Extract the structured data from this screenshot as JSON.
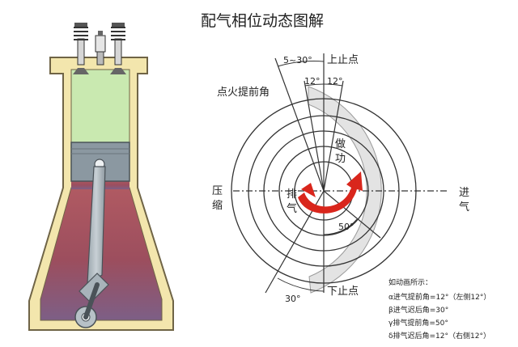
{
  "title": "配气相位动态图解",
  "labels": {
    "top_dead_center": "上止点",
    "bottom_dead_center": "下止点",
    "ignition_advance": "点火提前角",
    "compression": [
      "压",
      "缩"
    ],
    "intake": [
      "进",
      "气"
    ],
    "exhaust": [
      "排",
      "气"
    ],
    "power": [
      "做",
      "功"
    ]
  },
  "angles": {
    "range_top": "5~30°",
    "left_top": "12°",
    "right_top": "12°",
    "right_bottom": "50°",
    "left_bottom": "30°"
  },
  "legend": {
    "header": "如动画所示：",
    "lines": [
      "α进气提前角=12°（左侧12°）",
      "β进气迟后角=30°",
      "γ排气提前角=50°",
      "δ排气迟后角=12°（右侧12°）"
    ]
  },
  "colors": {
    "upper_chamber": "#c9e9b0",
    "lower_chamber": "#a14b55",
    "piston": "#8b98a1",
    "engine_wall": "#f3e6ad",
    "arrow": "#d9261c",
    "outer_ring": "#e3e3e3"
  },
  "icons": [
    "intake-valve-icon",
    "exhaust-valve-icon",
    "spark-plug-icon",
    "crankshaft-icon",
    "rotation-arrow-icon"
  ]
}
